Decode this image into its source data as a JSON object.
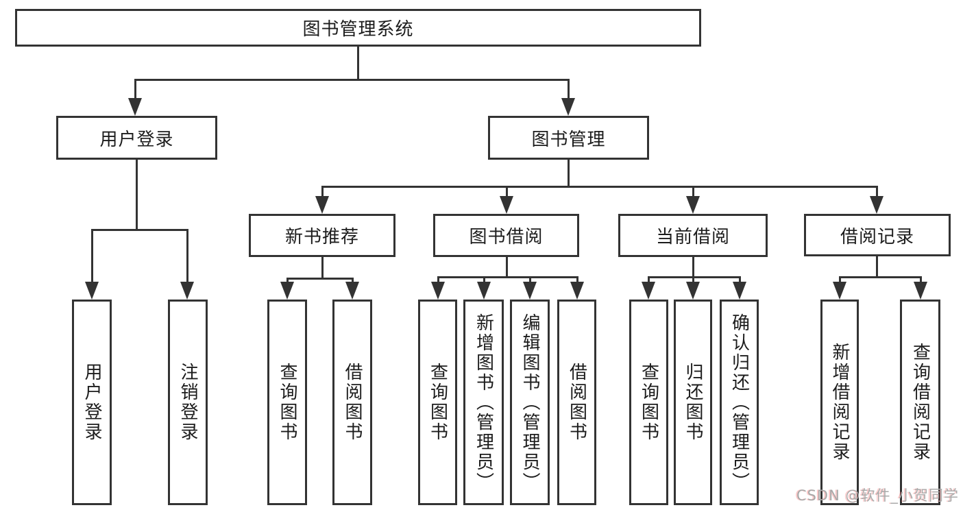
{
  "diagram": {
    "root": {
      "label": "图书管理系统"
    },
    "branches": [
      {
        "label": "用户登录",
        "children": [
          {
            "label": "用户登录"
          },
          {
            "label": "注销登录"
          }
        ]
      },
      {
        "label": "图书管理",
        "children": [
          {
            "label": "新书推荐",
            "children": [
              {
                "label": "查询图书"
              },
              {
                "label": "借阅图书"
              }
            ]
          },
          {
            "label": "图书借阅",
            "children": [
              {
                "label": "查询图书"
              },
              {
                "label": "新增图书（管理员）"
              },
              {
                "label": "编辑图书（管理员）"
              },
              {
                "label": "借阅图书"
              }
            ]
          },
          {
            "label": "当前借阅",
            "children": [
              {
                "label": "查询图书"
              },
              {
                "label": "归还图书"
              },
              {
                "label": "确认归还（管理员）"
              }
            ]
          },
          {
            "label": "借阅记录",
            "children": [
              {
                "label": "新增借阅记录"
              },
              {
                "label": "查询借阅记录"
              }
            ]
          }
        ]
      }
    ],
    "colors": {
      "line": "#333333",
      "background": "#ffffff",
      "watermark": "#a9a9a9"
    }
  },
  "watermark": {
    "text": "CSDN @软件_小贺同学"
  }
}
